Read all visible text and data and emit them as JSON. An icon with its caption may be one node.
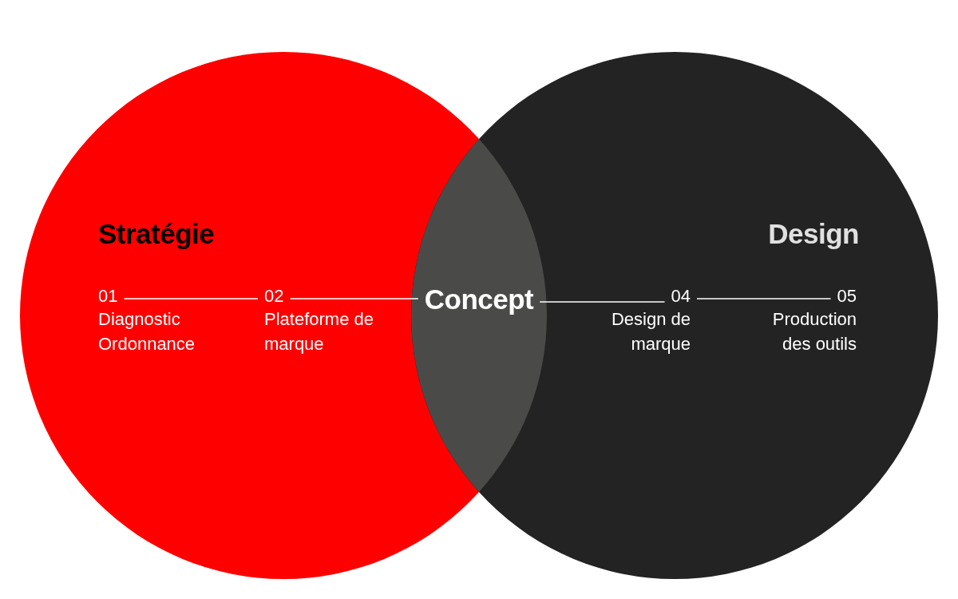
{
  "diagram": {
    "nodes": [
      {
        "text": [
          "Stratégie"
        ]
      },
      {
        "text": [
          "01",
          "Diagnostic Ordonnance"
        ],
        "in": 0
      },
      {
        "text": [
          "02",
          "Plateforme de marque"
        ],
        "in": 0
      },
      {
        "text": [
          "Concept"
        ]
      },
      {
        "text": [
          "Design"
        ]
      },
      {
        "text": [
          "04",
          "Design de marque"
        ],
        "in": 4
      },
      {
        "text": [
          "05",
          "Production des outils"
        ],
        "in": 4
      }
    ],
    "edges": [
      {
        "from": 1,
        "to": 2,
        "arrow": "none"
      },
      {
        "from": 2,
        "to": 3,
        "arrow": "none"
      },
      {
        "from": 3,
        "to": 5,
        "arrow": "none"
      },
      {
        "from": 5,
        "to": 6,
        "arrow": "none"
      }
    ]
  }
}
